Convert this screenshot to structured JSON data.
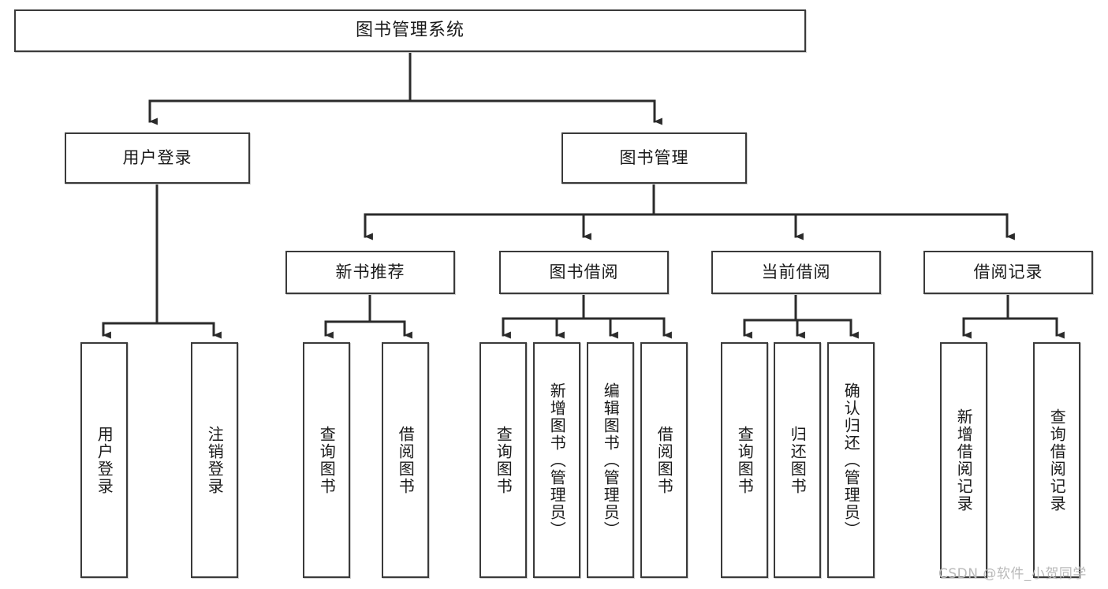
{
  "diagram": {
    "title": "图书管理系统",
    "type": "tree",
    "watermark": "CSDN @软件_小贺同学",
    "colors": {
      "box_border": "#3a3a3a",
      "box_fill": "#ffffff",
      "connector": "#2b2b2b",
      "text": "#1a1a1a",
      "watermark": "#b9b9b9"
    },
    "levels": [
      {
        "level": 0,
        "nodes": [
          {
            "id": "root",
            "label": "图书管理系统",
            "orientation": "horizontal"
          }
        ]
      },
      {
        "level": 1,
        "nodes": [
          {
            "id": "login",
            "label": "用户登录",
            "orientation": "horizontal",
            "parent": "root"
          },
          {
            "id": "bookmgmt",
            "label": "图书管理",
            "orientation": "horizontal",
            "parent": "root"
          }
        ]
      },
      {
        "level": 2,
        "nodes": [
          {
            "id": "newbook",
            "label": "新书推荐",
            "orientation": "horizontal",
            "parent": "bookmgmt"
          },
          {
            "id": "borrow",
            "label": "图书借阅",
            "orientation": "horizontal",
            "parent": "bookmgmt"
          },
          {
            "id": "current",
            "label": "当前借阅",
            "orientation": "horizontal",
            "parent": "bookmgmt"
          },
          {
            "id": "records",
            "label": "借阅记录",
            "orientation": "horizontal",
            "parent": "bookmgmt"
          }
        ]
      },
      {
        "level": 3,
        "nodes": [
          {
            "id": "leaf1",
            "label": "用户登录",
            "orientation": "vertical",
            "parent": "login"
          },
          {
            "id": "leaf2",
            "label": "注销登录",
            "orientation": "vertical",
            "parent": "login"
          },
          {
            "id": "leaf3",
            "label": "查询图书",
            "orientation": "vertical",
            "parent": "newbook"
          },
          {
            "id": "leaf4",
            "label": "借阅图书",
            "orientation": "vertical",
            "parent": "newbook"
          },
          {
            "id": "leaf5",
            "label": "查询图书",
            "orientation": "vertical",
            "parent": "borrow"
          },
          {
            "id": "leaf6",
            "label": "新增图书（管理员）",
            "orientation": "vertical",
            "parent": "borrow"
          },
          {
            "id": "leaf7",
            "label": "编辑图书（管理员）",
            "orientation": "vertical",
            "parent": "borrow"
          },
          {
            "id": "leaf8",
            "label": "借阅图书",
            "orientation": "vertical",
            "parent": "borrow"
          },
          {
            "id": "leaf9",
            "label": "查询图书",
            "orientation": "vertical",
            "parent": "current"
          },
          {
            "id": "leaf10",
            "label": "归还图书",
            "orientation": "vertical",
            "parent": "current"
          },
          {
            "id": "leaf11",
            "label": "确认归还（管理员）",
            "orientation": "vertical",
            "parent": "current"
          },
          {
            "id": "leaf12",
            "label": "新增借阅记录",
            "orientation": "vertical",
            "parent": "records"
          },
          {
            "id": "leaf13",
            "label": "查询借阅记录",
            "orientation": "vertical",
            "parent": "records"
          }
        ]
      }
    ]
  }
}
